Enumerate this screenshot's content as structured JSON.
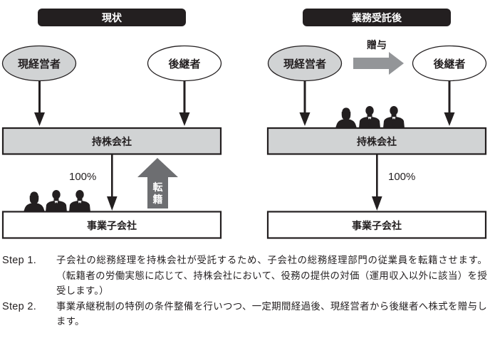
{
  "colors": {
    "title_bar": "#231f20",
    "title_text": "#ffffff",
    "outline": "#231f20",
    "manager_fill": "#d1d3d4",
    "successor_fill": "#ffffff",
    "holding_fill": "#d1d3d4",
    "subsidiary_fill": "#ffffff",
    "gift_arrow": "#939598",
    "transfer_arrow": "#6d6e71",
    "transfer_text": "#ffffff",
    "silhouette": "#231f20"
  },
  "panels": [
    {
      "title": "現状",
      "current_manager": "現経営者",
      "successor": "後継者",
      "holding_company": "持株会社",
      "subsidiary": "事業子会社",
      "ownership_label": "100%",
      "transfer_label": "転籍",
      "employees_group": "subsidiary"
    },
    {
      "title": "業務受託後",
      "current_manager": "現経営者",
      "successor": "後継者",
      "holding_company": "持株会社",
      "subsidiary": "事業子会社",
      "ownership_label": "100%",
      "gift_label": "贈与",
      "employees_group": "holding"
    }
  ],
  "steps": [
    {
      "label": "Step 1.",
      "text": "子会社の総務経理を持株会社が受託するため、子会社の総務経理部門の従業員を転籍させます。（転籍者の労働実態に応じて、持株会社において、役務の提供の対価（運用収入以外に該当）を授受します。）"
    },
    {
      "label": "Step 2.",
      "text": "事業承継税制の特例の条件整備を行いつつ、一定期間経過後、現経営者から後継者へ株式を贈与します。"
    }
  ]
}
